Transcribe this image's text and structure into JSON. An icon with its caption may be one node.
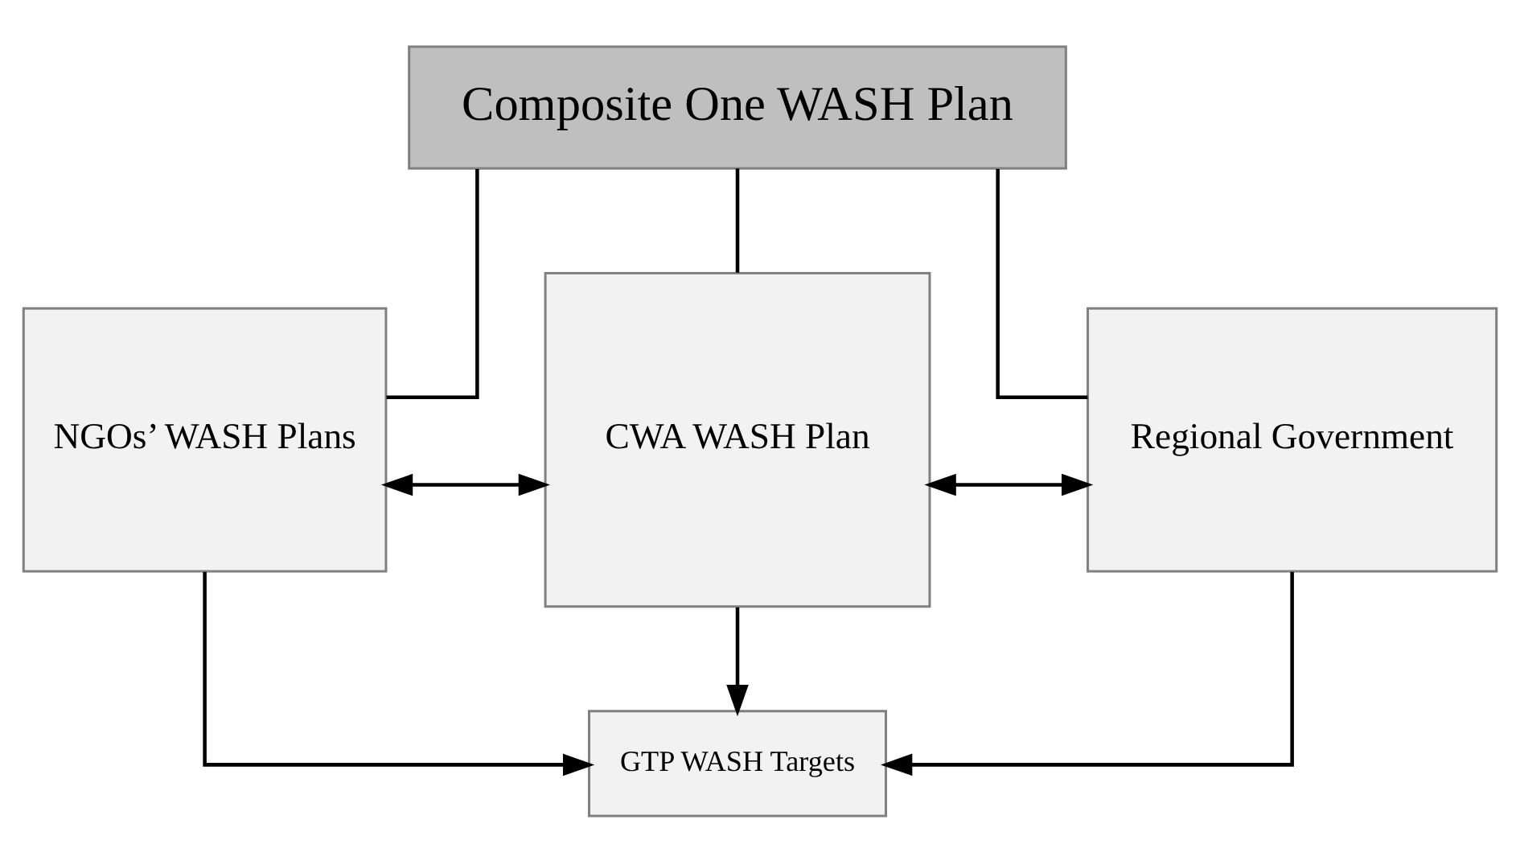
{
  "diagram": {
    "nodes": [
      {
        "text": [
          "Composite One WASH Plan"
        ]
      },
      {
        "text": [
          "NGOs’ WASH Plans"
        ]
      },
      {
        "text": [
          "CWA WASH Plan"
        ]
      },
      {
        "text": [
          "Regional Government"
        ]
      },
      {
        "text": [
          "GTP WASH Targets"
        ]
      }
    ],
    "edges": [
      {
        "from": 0,
        "to": 1,
        "arrow": "none"
      },
      {
        "from": 0,
        "to": 2,
        "arrow": "none"
      },
      {
        "from": 0,
        "to": 3,
        "arrow": "none"
      },
      {
        "from": 1,
        "to": 2,
        "arrow": "both"
      },
      {
        "from": 2,
        "to": 3,
        "arrow": "both"
      },
      {
        "from": 1,
        "to": 4,
        "arrow": "to"
      },
      {
        "from": 2,
        "to": 4,
        "arrow": "to"
      },
      {
        "from": 3,
        "to": 4,
        "arrow": "to"
      }
    ]
  }
}
